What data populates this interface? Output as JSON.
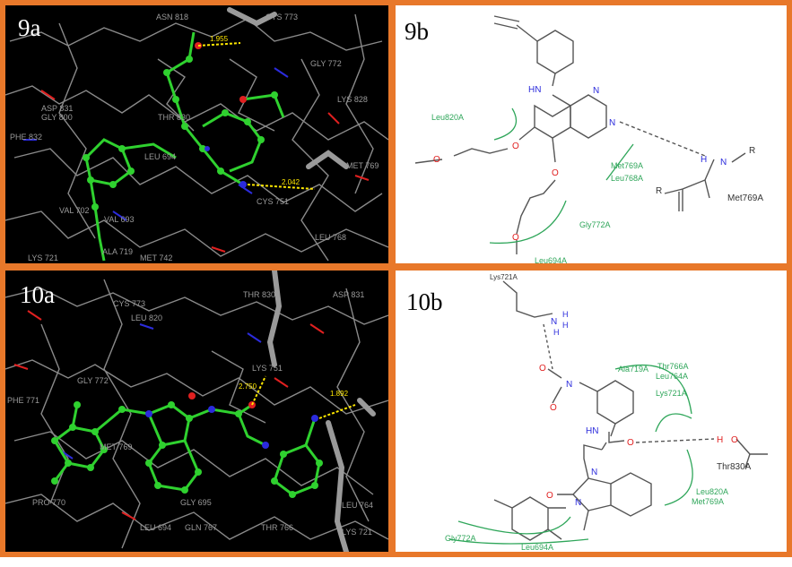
{
  "panels": {
    "p9a": {
      "label": "9a",
      "residues": [
        "ASN 818",
        "CYS 773",
        "GLY 772",
        "LYS 828",
        "ASP 831",
        "GLY 800",
        "THR 830",
        "PHE 832",
        "LEU 694",
        "MET 769",
        "CYS 751",
        "VAL 702",
        "VAL 693",
        "LEU 768",
        "LYS 721",
        "MET 742",
        "ALA 719"
      ],
      "hbonds": [
        "1.955",
        "2.042"
      ]
    },
    "p9b": {
      "label": "9b",
      "residues": [
        "Leu820A",
        "Met769A",
        "Leu768A",
        "Gly772A",
        "Leu694A",
        "Met769A"
      ],
      "atoms": [
        "HN",
        "N",
        "N",
        "H",
        "N",
        "R",
        "R",
        "O",
        "O",
        "O",
        "O"
      ]
    },
    "p10a": {
      "label": "10a",
      "residues": [
        "CYS 773",
        "LEU 820",
        "THR 830",
        "ASP 831",
        "GLY 772",
        "PHE 771",
        "LYS 751",
        "MET 769",
        "PRO 770",
        "GLY 695",
        "LEU 694",
        "GLN 767",
        "THR 766",
        "LEU 764",
        "LYS 721"
      ],
      "hbonds": [
        "2.750",
        "1.892"
      ]
    },
    "p10b": {
      "label": "10b",
      "residues": [
        "Lys721A",
        "Ala719A",
        "Thr766A",
        "Leu764A",
        "Lys721A",
        "Thr830A",
        "Leu820A",
        "Met769A",
        "Gly772A",
        "Leu694A"
      ],
      "atoms": [
        "N",
        "H",
        "H",
        "H",
        "O",
        "N",
        "O",
        "HN",
        "O",
        "H",
        "O",
        "N",
        "O",
        "N"
      ]
    }
  },
  "colors": {
    "border": "#e8782a",
    "ligand": "#2fd12f",
    "hbond": "#ffe800",
    "residue_line": "#8a8a8a",
    "contact_arc": "#2fa65a",
    "nitrogen": "#2b2bdc",
    "oxygen": "#e02020"
  }
}
